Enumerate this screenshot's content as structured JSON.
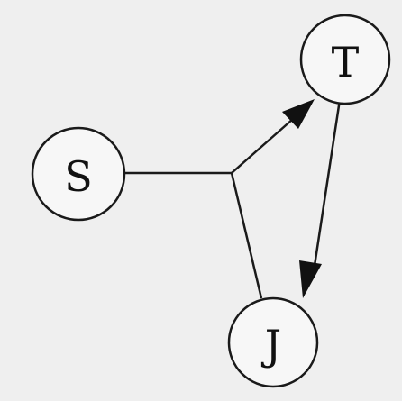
{
  "diagram": {
    "nodes": [
      {
        "id": "S",
        "label": "S"
      },
      {
        "id": "T",
        "label": "T"
      },
      {
        "id": "J",
        "label": "J"
      }
    ],
    "edges": [
      {
        "from": "S",
        "to": "T",
        "directed": true,
        "via_junction": true
      },
      {
        "from": "S",
        "to": "J",
        "directed": false,
        "via_junction": true
      },
      {
        "from": "T",
        "to": "J",
        "directed": true
      }
    ]
  },
  "colors": {
    "line": "#1a1a1a",
    "background": "#efefef",
    "node_fill": "#f7f7f7"
  }
}
